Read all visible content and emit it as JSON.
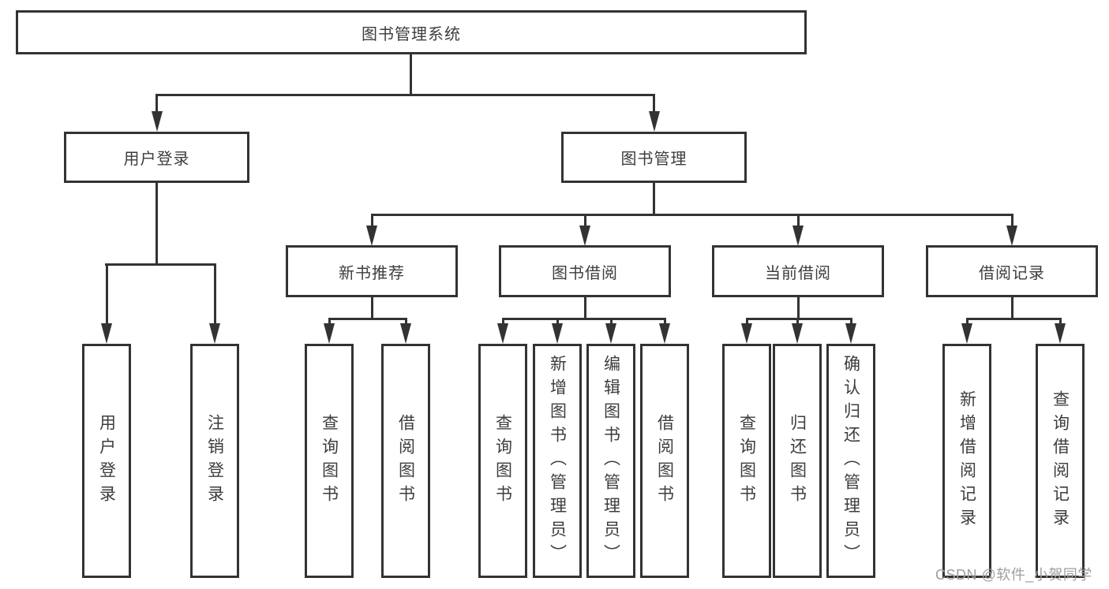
{
  "diagram": {
    "type": "hierarchy-tree",
    "root": {
      "label": "图书管理系统"
    },
    "level2": [
      {
        "id": "user-login",
        "label": "用户登录"
      },
      {
        "id": "book-mgmt",
        "label": "图书管理"
      }
    ],
    "level3": [
      {
        "id": "new-books",
        "label": "新书推荐",
        "parent": "book-mgmt"
      },
      {
        "id": "book-borrow",
        "label": "图书借阅",
        "parent": "book-mgmt"
      },
      {
        "id": "current-borrow",
        "label": "当前借阅",
        "parent": "book-mgmt"
      },
      {
        "id": "borrow-records",
        "label": "借阅记录",
        "parent": "book-mgmt"
      }
    ],
    "leaves": {
      "user_login": [
        "用户登录",
        "注销登录"
      ],
      "new_books": [
        "查询图书",
        "借阅图书"
      ],
      "book_borrow": [
        "查询图书",
        "新增图书（管理员）",
        "编辑图书（管理员）",
        "借阅图书"
      ],
      "current_borrow": [
        "查询图书",
        "归还图书",
        "确认归还（管理员）"
      ],
      "borrow_records": [
        "新增借阅记录",
        "查询借阅记录"
      ]
    }
  },
  "watermark": {
    "text": "CSDN @软件_小贺同学",
    "color": "#9e9e9e"
  },
  "colors": {
    "line": "#333333",
    "text": "#3d3d3d",
    "background": "#ffffff"
  }
}
